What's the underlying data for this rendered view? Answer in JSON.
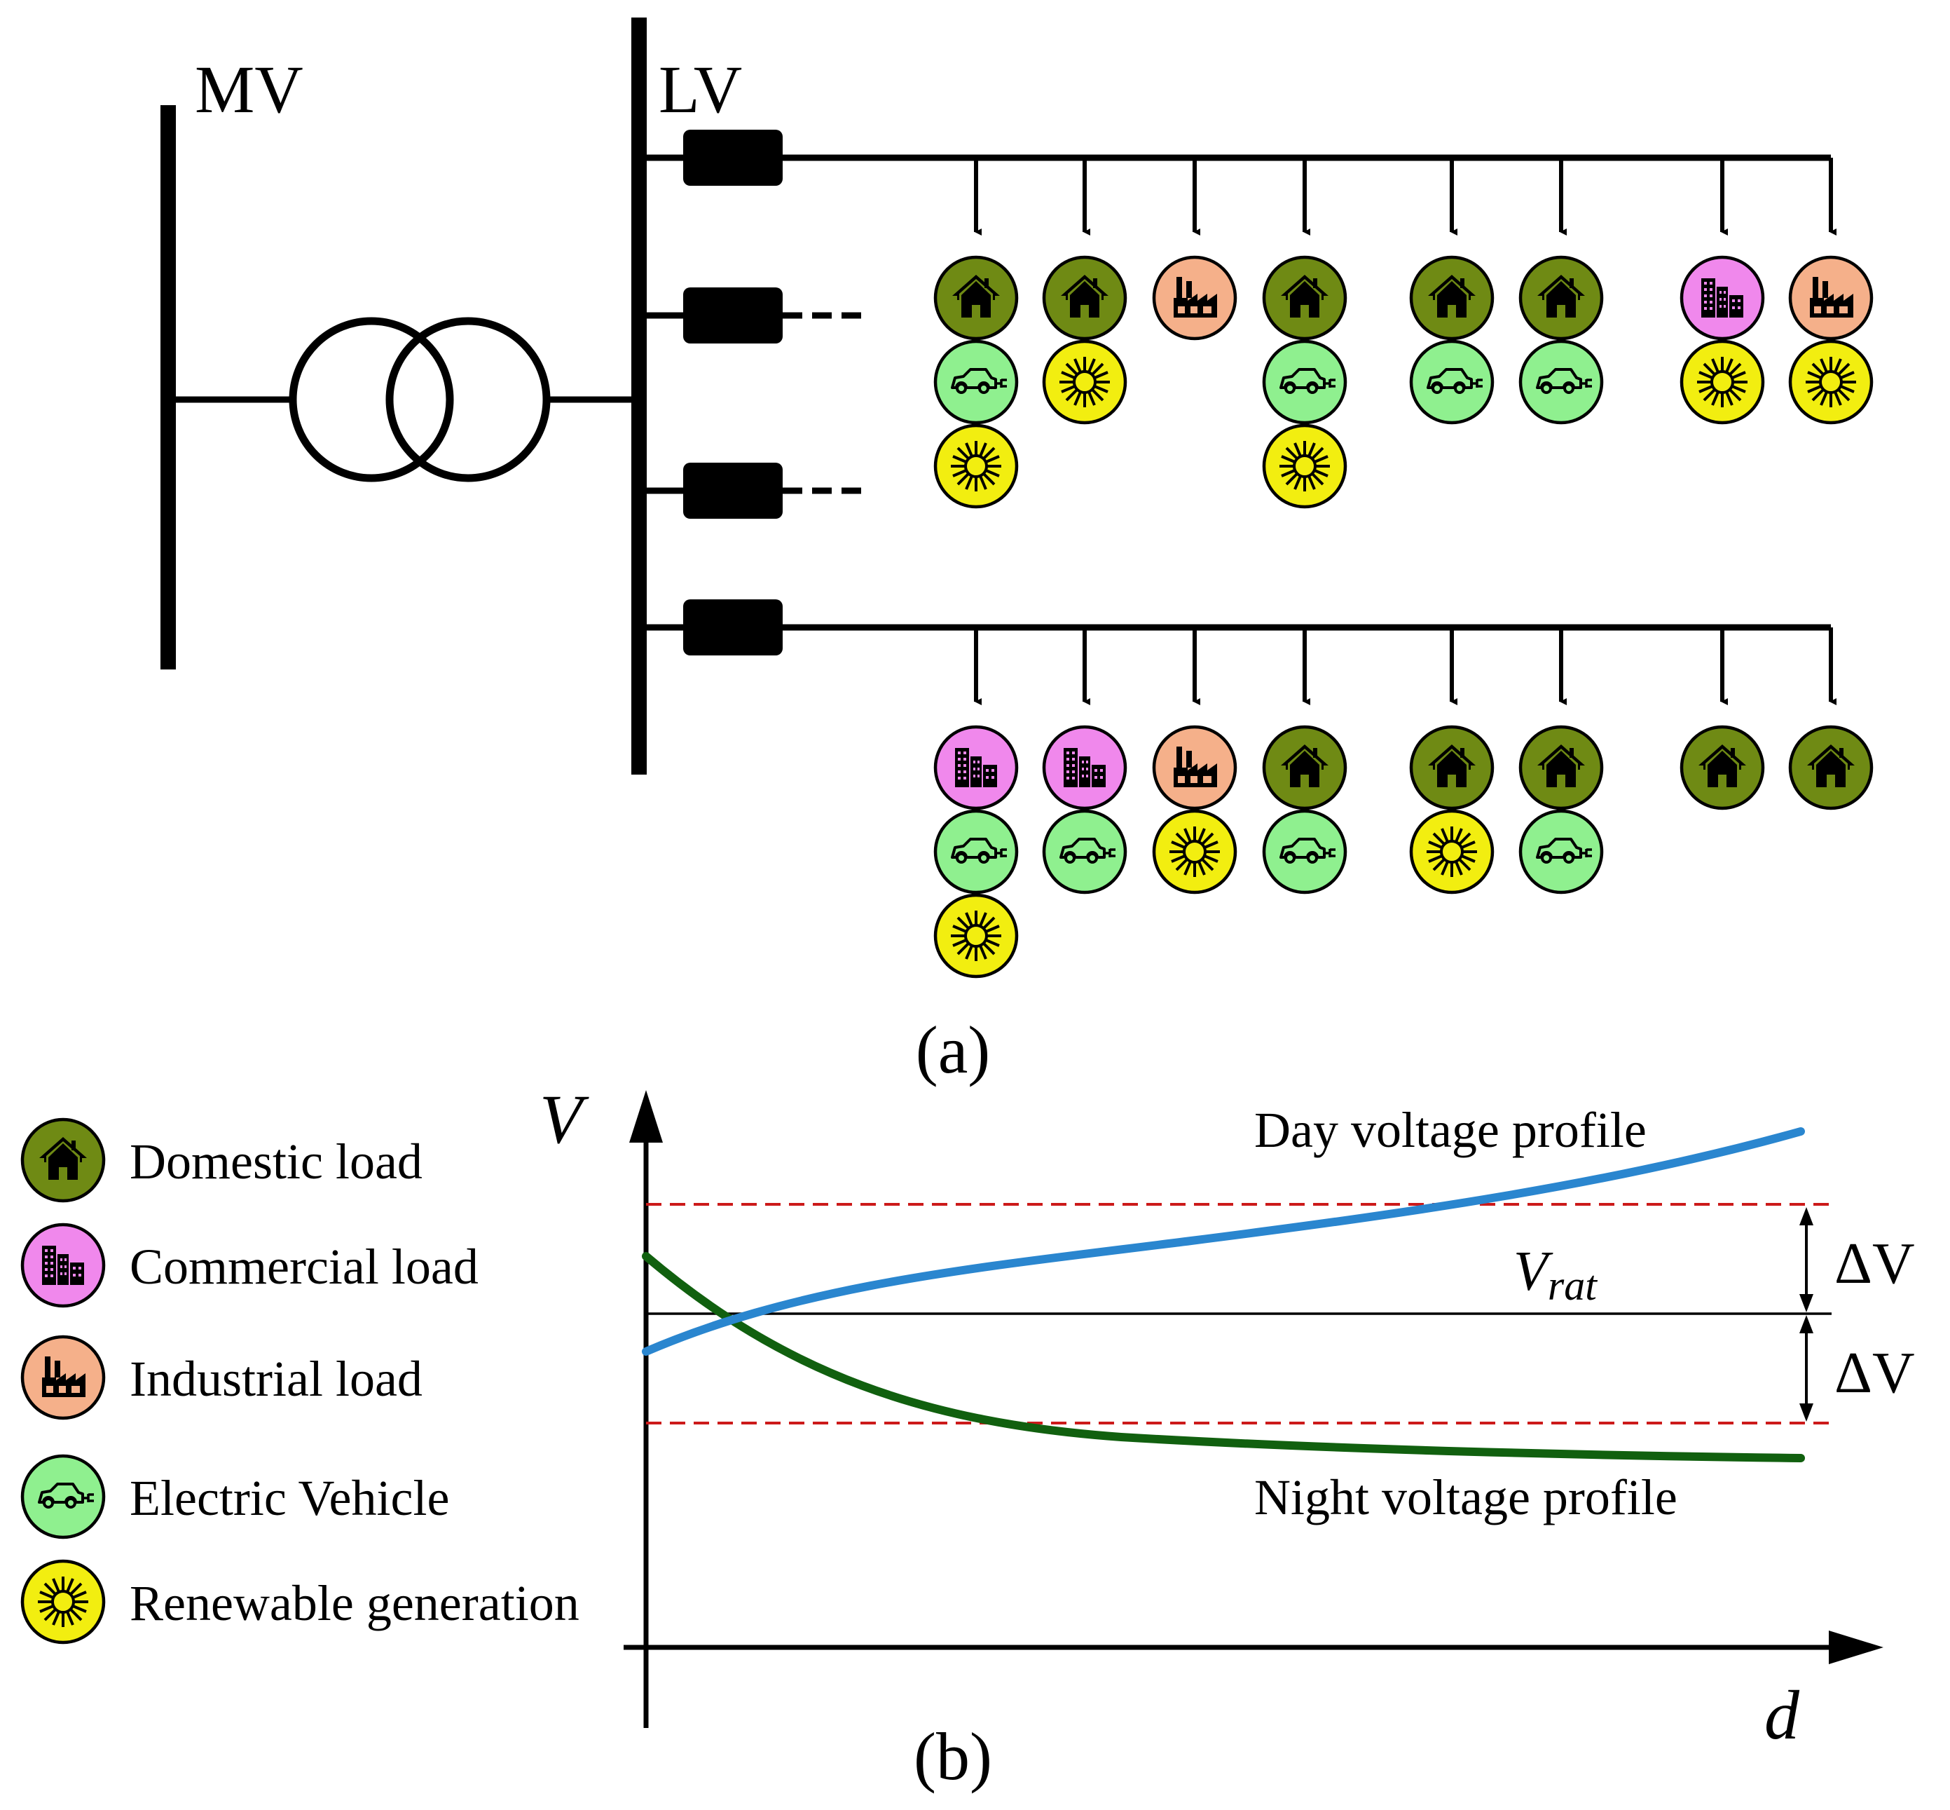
{
  "labels": {
    "mv": "MV",
    "lv": "LV",
    "caption_a": "(a)",
    "caption_b": "(b)"
  },
  "feeders": [
    {
      "name": "feeder-1",
      "dashed": false,
      "nodes": [
        [
          "domestic",
          "ev",
          "renewable"
        ],
        [
          "domestic",
          "renewable"
        ],
        [
          "industrial"
        ],
        [
          "domestic",
          "ev",
          "renewable"
        ],
        [
          "domestic",
          "ev"
        ],
        [
          "domestic",
          "ev"
        ],
        [
          "commercial",
          "renewable"
        ],
        [
          "industrial",
          "renewable"
        ]
      ]
    },
    {
      "name": "feeder-2",
      "dashed": true,
      "nodes": []
    },
    {
      "name": "feeder-3",
      "dashed": true,
      "nodes": []
    },
    {
      "name": "feeder-4",
      "dashed": false,
      "nodes": [
        [
          "commercial",
          "ev",
          "renewable"
        ],
        [
          "commercial",
          "ev"
        ],
        [
          "industrial",
          "renewable"
        ],
        [
          "domestic",
          "ev"
        ],
        [
          "domestic",
          "renewable"
        ],
        [
          "domestic",
          "ev"
        ],
        [
          "domestic"
        ],
        [
          "domestic"
        ]
      ]
    }
  ],
  "legend": [
    {
      "type": "domestic",
      "label": "Domestic load"
    },
    {
      "type": "commercial",
      "label": "Commercial load"
    },
    {
      "type": "industrial",
      "label": "Industrial load"
    },
    {
      "type": "ev",
      "label": "Electric Vehicle"
    },
    {
      "type": "renewable",
      "label": "Renewable generation"
    }
  ],
  "colors": {
    "domestic": "#6f8a14",
    "commercial": "#f088ec",
    "industrial": "#f5b08a",
    "ev": "#8ff08f",
    "renewable": "#f2ee10",
    "day_curve": "#2a86cf",
    "night_curve": "#11600f",
    "limit_line": "#cc1a1a"
  },
  "plot": {
    "y_axis_label": "V",
    "x_axis_label": "d",
    "rated_label_main": "V",
    "rated_label_sub": "rat",
    "delta_upper": "ΔV",
    "delta_lower": "ΔV",
    "day_label": "Day voltage profile",
    "night_label": "Night voltage profile"
  }
}
